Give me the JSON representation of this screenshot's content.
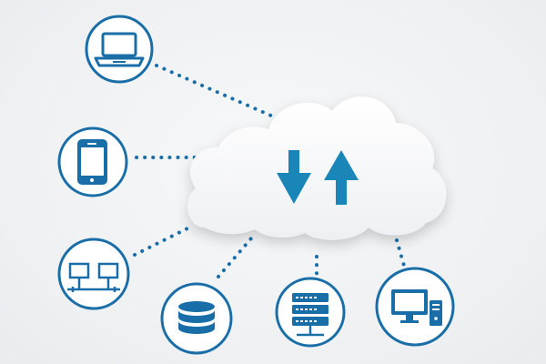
{
  "colors": {
    "accent": "#1a6ea8",
    "arrow": "#1a86b8",
    "cloud": "#ffffff",
    "background": "#eff1f3"
  },
  "cloud": {
    "icons": [
      "download-arrow-icon",
      "upload-arrow-icon"
    ]
  },
  "nodes": [
    {
      "id": "laptop",
      "icon": "laptop-icon"
    },
    {
      "id": "mobile",
      "icon": "mobile-phone-icon"
    },
    {
      "id": "network",
      "icon": "network-computers-icon"
    },
    {
      "id": "database",
      "icon": "database-icon"
    },
    {
      "id": "server",
      "icon": "server-rack-icon"
    },
    {
      "id": "desktop",
      "icon": "desktop-computer-icon"
    }
  ]
}
